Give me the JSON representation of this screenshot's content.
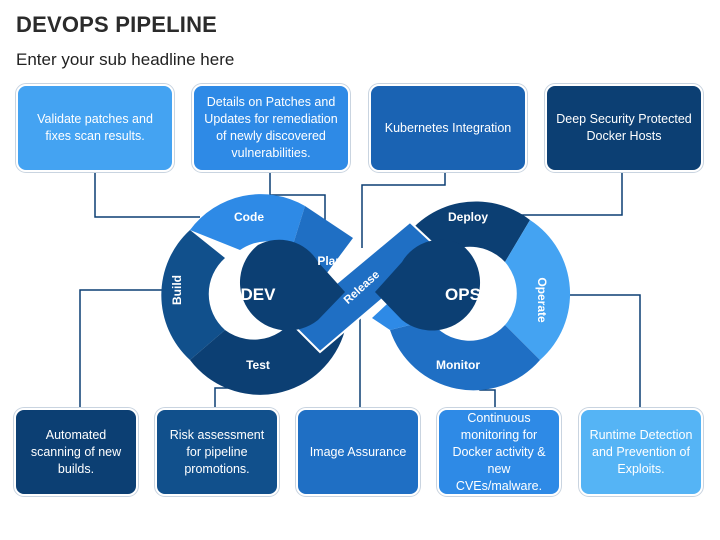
{
  "header": {
    "title": "DEVOPS PIPELINE",
    "subtitle": "Enter your sub headline here"
  },
  "colors": {
    "navy": "#0c3f73",
    "dark_blue": "#11508c",
    "mid_blue": "#1f6fc4",
    "bright_blue": "#2e8ae6",
    "light_blue": "#44a3f2",
    "pale_blue": "#55b4f5"
  },
  "top_boxes": [
    {
      "text": "Validate patches and fixes scan results."
    },
    {
      "text": "Details on Patches and Updates for remediation of newly discovered vulnerabilities."
    },
    {
      "text": "Kubernetes Integration"
    },
    {
      "text": "Deep Security Protected Docker Hosts"
    }
  ],
  "bottom_boxes": [
    {
      "text": "Automated scanning of new builds."
    },
    {
      "text": "Risk assessment for pipeline promotions."
    },
    {
      "text": "Image Assurance"
    },
    {
      "text": "Continuous monitoring for Docker activity & new CVEs/malware."
    },
    {
      "text": "Runtime Detection and Prevention of Exploits."
    }
  ],
  "loop": {
    "left_center": "DEV",
    "right_center": "OPS",
    "stages": {
      "code": "Code",
      "plan": "Plan",
      "build": "Build",
      "test": "Test",
      "release": "Release",
      "deploy": "Deploy",
      "operate": "Operate",
      "monitor": "Monitor"
    }
  }
}
